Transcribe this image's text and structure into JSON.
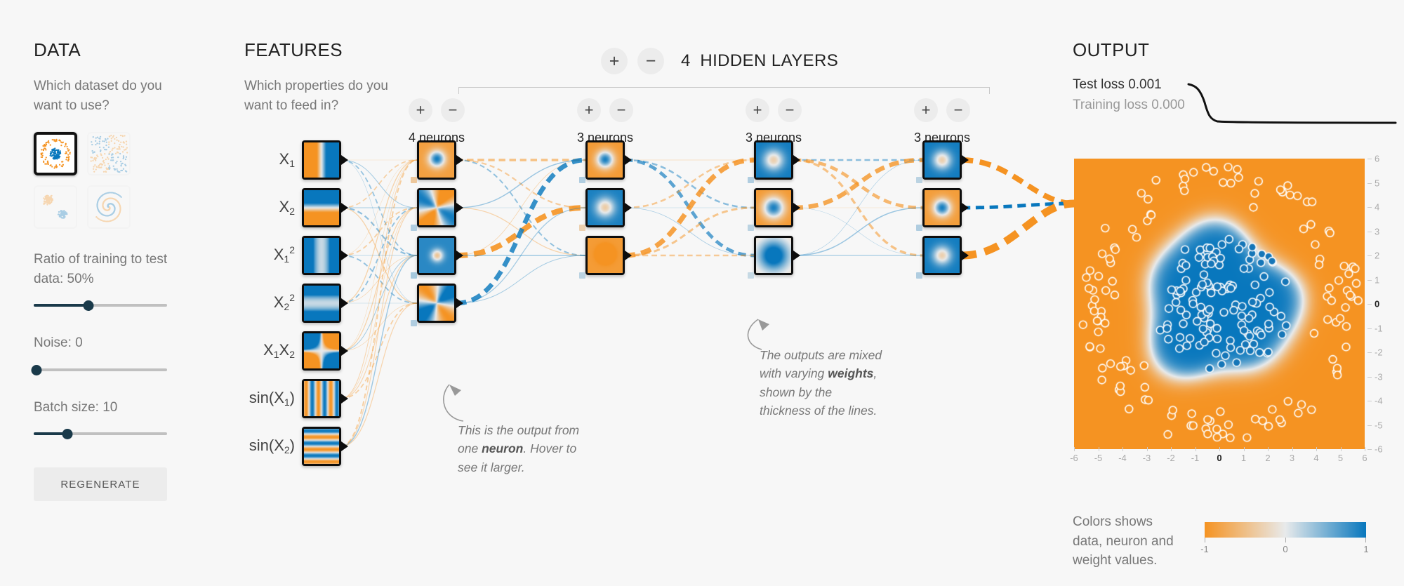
{
  "data_panel": {
    "title": "DATA",
    "question": "Which dataset do you want to use?",
    "datasets": [
      {
        "name": "circle",
        "selected": true
      },
      {
        "name": "exclusive-or",
        "selected": false
      },
      {
        "name": "gaussian",
        "selected": false
      },
      {
        "name": "spiral",
        "selected": false
      }
    ],
    "ratio_label": "Ratio of training to test data:  50%",
    "ratio_value": 50,
    "noise_label": "Noise:  0",
    "noise_value": 0,
    "batch_label": "Batch size:  10",
    "batch_value": 10,
    "regenerate_label": "REGENERATE"
  },
  "features_panel": {
    "title": "FEATURES",
    "question": "Which properties do you want to feed in?",
    "features": [
      {
        "label": "X",
        "sub": "1",
        "sup": "",
        "pattern": "x1"
      },
      {
        "label": "X",
        "sub": "2",
        "sup": "",
        "pattern": "x2"
      },
      {
        "label": "X",
        "sub": "1",
        "sup": "2",
        "pattern": "x1sq"
      },
      {
        "label": "X",
        "sub": "2",
        "sup": "2",
        "pattern": "x2sq"
      },
      {
        "label": "X1X2",
        "sub": "",
        "sup": "",
        "pattern": "x1x2"
      },
      {
        "label": "sin(X",
        "sub": "1",
        "sup": "",
        "pattern": "sinx1"
      },
      {
        "label": "sin(X",
        "sub": "2",
        "sup": "",
        "pattern": "sinx2"
      }
    ]
  },
  "layers_header": {
    "add_label": "+",
    "remove_label": "−",
    "count": "4",
    "title": "HIDDEN LAYERS"
  },
  "layers": [
    {
      "neuron_count_label": "4 neurons",
      "neurons": 4,
      "add_label": "+",
      "remove_label": "−"
    },
    {
      "neuron_count_label": "3 neurons",
      "neurons": 3,
      "add_label": "+",
      "remove_label": "−"
    },
    {
      "neuron_count_label": "3 neurons",
      "neurons": 3,
      "add_label": "+",
      "remove_label": "−"
    },
    {
      "neuron_count_label": "3 neurons",
      "neurons": 3,
      "add_label": "+",
      "remove_label": "−"
    }
  ],
  "annotations": [
    {
      "id": "neuron-annotation",
      "parts": [
        "This is the output from one ",
        "neuron",
        ". Hover to see it larger."
      ]
    },
    {
      "id": "weights-annotation",
      "parts": [
        "The outputs are mixed with varying ",
        "weights",
        ", shown by the thickness of the lines."
      ]
    }
  ],
  "output_panel": {
    "title": "OUTPUT",
    "test_loss_label": "Test loss",
    "test_loss_value": "0.001",
    "training_loss_label": "Training loss",
    "training_loss_value": "0.000",
    "axis_ticks_x": [
      "-6",
      "-5",
      "-4",
      "-3",
      "-2",
      "-1",
      "0",
      "1",
      "2",
      "3",
      "4",
      "5",
      "6"
    ],
    "axis_ticks_y": [
      "6",
      "5",
      "4",
      "3",
      "2",
      "1",
      "0",
      "-1",
      "-2",
      "-3",
      "-4",
      "-5",
      "-6"
    ]
  },
  "legend": {
    "text": "Colors shows data, neuron and weight values.",
    "ticks": [
      "-1",
      "0",
      "1"
    ]
  },
  "colors": {
    "positive": "#0877bd",
    "negative": "#f59322",
    "neutral": "#e8eaeb",
    "background": "#f7f7f7",
    "slider": "#1a3a4a"
  },
  "chart_data": {
    "type": "scatter",
    "title": "Output decision boundary with training data",
    "xlabel": "",
    "ylabel": "",
    "xlim": [
      -6,
      6
    ],
    "ylim": [
      -6,
      6
    ],
    "series": [
      {
        "name": "class-positive-blue",
        "color": "#0877bd",
        "description": "inner circular cluster",
        "approx_count": 125
      },
      {
        "name": "class-negative-orange",
        "color": "#f59322",
        "description": "outer ring cluster",
        "approx_count": 125
      }
    ],
    "decision_boundary": "blue rounded blob centered at origin radius ~3.2, orange elsewhere"
  }
}
